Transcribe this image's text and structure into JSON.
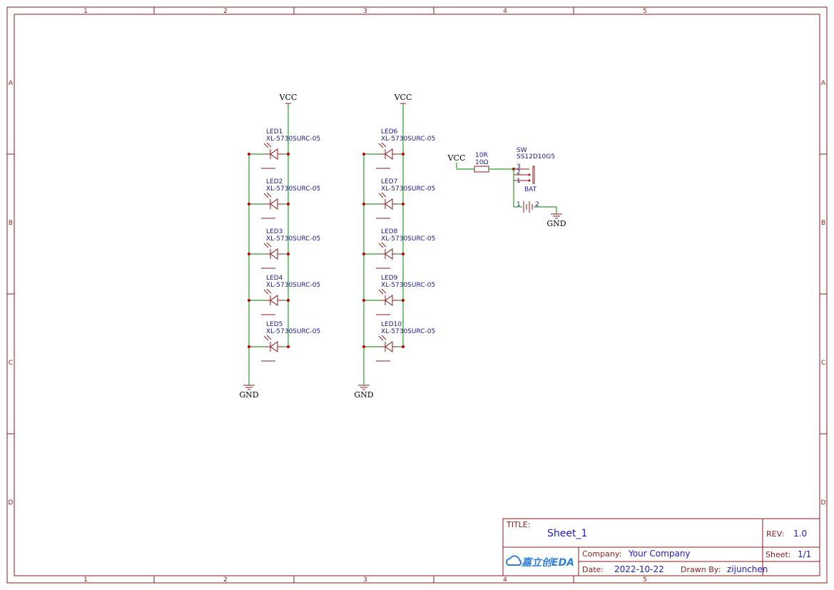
{
  "zones": {
    "columns": [
      "1",
      "2",
      "3",
      "4",
      "5"
    ],
    "rows": [
      "A",
      "B",
      "C",
      "D"
    ]
  },
  "power": {
    "vcc": "VCC",
    "gnd": "GND"
  },
  "led_column_left": [
    {
      "ref": "LED1",
      "part": "XL-5730SURC-05"
    },
    {
      "ref": "LED2",
      "part": "XL-5730SURC-05"
    },
    {
      "ref": "LED3",
      "part": "XL-5730SURC-05"
    },
    {
      "ref": "LED4",
      "part": "XL-5730SURC-05"
    },
    {
      "ref": "LED5",
      "part": "XL-5730SURC-05"
    }
  ],
  "led_column_right": [
    {
      "ref": "LED6",
      "part": "XL-5730SURC-05"
    },
    {
      "ref": "LED7",
      "part": "XL-5730SURC-05"
    },
    {
      "ref": "LED8",
      "part": "XL-5730SURC-05"
    },
    {
      "ref": "LED9",
      "part": "XL-5730SURC-05"
    },
    {
      "ref": "LED10",
      "part": "XL-5730SURC-05"
    }
  ],
  "resistor": {
    "ref": "10R",
    "value": "10Ω"
  },
  "switch": {
    "ref": "SW",
    "part": "SS12D10G5",
    "pins": [
      "3",
      "2",
      "1"
    ]
  },
  "battery": {
    "ref": "BAT",
    "pins": [
      "1",
      "2"
    ]
  },
  "title_block": {
    "title_label": "TITLE:",
    "title": "Sheet_1",
    "rev_label": "REV:",
    "rev": "1.0",
    "company_label": "Company:",
    "company": "Your Company",
    "sheet_label": "Sheet:",
    "sheet": "1/1",
    "date_label": "Date:",
    "date": "2022-10-22",
    "drawn_label": "Drawn By:",
    "drawn": "zijunchen",
    "logo_text": "嘉立创EDA"
  }
}
